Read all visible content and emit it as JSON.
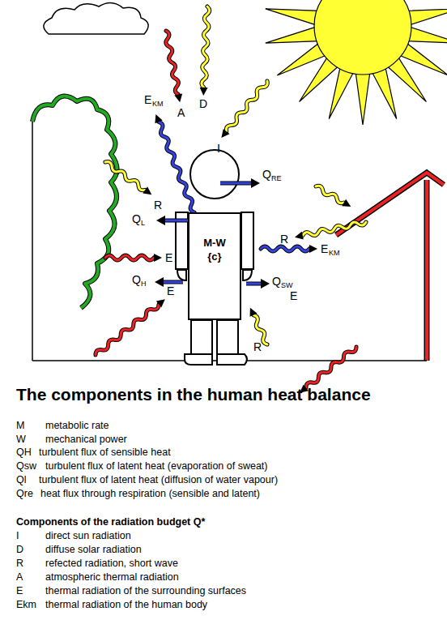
{
  "diagram": {
    "title": "The components in the human heat balance",
    "nodes": [
      {
        "text": [
          "M-W",
          "{c}"
        ]
      }
    ],
    "labels": [
      "E",
      "KM",
      "A",
      "D",
      "I",
      "Q",
      "RE",
      "R",
      "Q",
      "L",
      "E",
      "Q",
      "H",
      "E",
      "R",
      "E",
      "KM",
      "Q",
      "SW",
      "E",
      "R",
      "M",
      "metabolic rate",
      "W",
      "mechanical power",
      "QH",
      "turbulent flux of sensible heat",
      "Qsw",
      "turbulent flux of latent heat (evaporation of sweat)",
      "Ql",
      "turbulent flux of latent heat (diffusion of water vapour)",
      "Qre",
      "heat flux through respiration (sensible and latent)",
      "Components of the radiation budget Q*",
      "I",
      "direct sun radiation",
      "D",
      "diffuse solar radiation",
      "R",
      "refected radiation, short wave",
      "A",
      "atmospheric thermal radiation",
      "E",
      "thermal radiation of the surrounding surfaces",
      "Ekm",
      "thermal radiation of the human body"
    ]
  }
}
